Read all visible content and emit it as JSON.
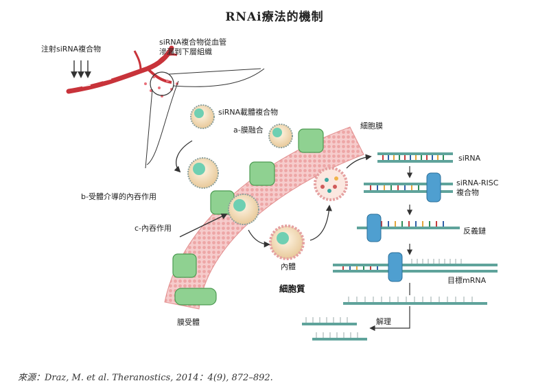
{
  "title": "RNAi療法的機制",
  "labels": {
    "inject": "注射siRNA複合物",
    "leak_line1": "siRNA複合物從血管",
    "leak_line2": "滲漏到下層組織",
    "carrier": "siRNA載體複合物",
    "membrane_fusion": "a-膜融合",
    "cell_membrane": "細胞膜",
    "receptor_endo": "b-受體介導的內吞作用",
    "endocytosis": "c-內吞作用",
    "endosome": "內體",
    "cytoplasm": "細胞質",
    "membrane_receptor": "膜受體",
    "sirna": "siRNA",
    "risc_line1": "siRNA-RISC",
    "risc_line2": "複合物",
    "antisense": "反義鏈",
    "target_mrna": "目標mRNA",
    "degradation": "解理"
  },
  "source": "來源：Draz, M. et al. Theranostics, 2014：4(9), 872–892.",
  "colors": {
    "membrane": "#f2b8b8",
    "membrane_dot": "#e99a9a",
    "receptor": "#7cc27e",
    "vessel": "#c8333a",
    "strand": "#5fa39b",
    "risc": "#4f9fd0"
  }
}
